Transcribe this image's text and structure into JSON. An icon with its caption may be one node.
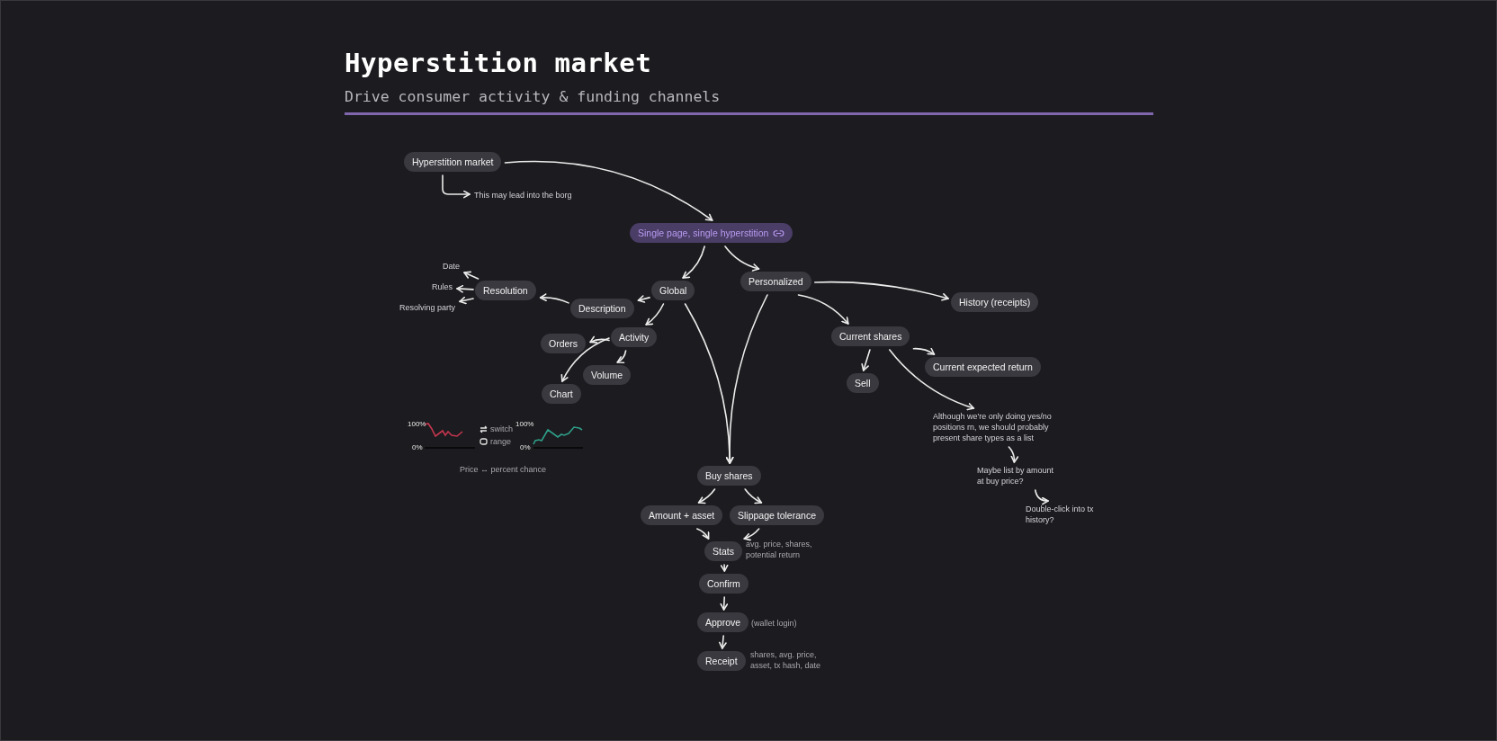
{
  "diagram": {
    "title": "Hyperstition market",
    "caption": "Drive consumer activity & funding channels",
    "nodes": [
      {
        "text": [
          "Hyperstition market"
        ]
      },
      {
        "text": [
          "This may lead into the borg"
        ]
      },
      {
        "text": [
          "Single page, single hyperstition"
        ]
      },
      {
        "text": [
          "Global"
        ]
      },
      {
        "text": [
          "Personalized"
        ]
      },
      {
        "text": [
          "Description"
        ]
      },
      {
        "text": [
          "Resolution"
        ]
      },
      {
        "text": [
          "Date"
        ]
      },
      {
        "text": [
          "Rules"
        ]
      },
      {
        "text": [
          "Resolving party"
        ]
      },
      {
        "text": [
          "Activity"
        ]
      },
      {
        "text": [
          "Orders"
        ]
      },
      {
        "text": [
          "Volume"
        ]
      },
      {
        "text": [
          "Chart"
        ]
      },
      {
        "text": [
          "History (receipts)"
        ]
      },
      {
        "text": [
          "Current shares"
        ]
      },
      {
        "text": [
          "Sell"
        ]
      },
      {
        "text": [
          "Current expected return"
        ]
      },
      {
        "text": [
          "Although we're only doing yes/no positions rn, we should probably present share types as a list"
        ]
      },
      {
        "text": [
          "Maybe list by amount at buy price?"
        ]
      },
      {
        "text": [
          "Double-click into tx history?"
        ]
      },
      {
        "text": [
          "Buy shares"
        ]
      },
      {
        "text": [
          "Amount + asset"
        ]
      },
      {
        "text": [
          "Slippage tolerance"
        ]
      },
      {
        "text": [
          "Stats"
        ],
        "beside": [
          "avg. price, shares, potential return"
        ]
      },
      {
        "text": [
          "Confirm"
        ]
      },
      {
        "text": [
          "Approve"
        ],
        "beside": [
          "(wallet login)"
        ]
      },
      {
        "text": [
          "Receipt"
        ],
        "beside": [
          "shares, avg. price, asset, tx hash, date"
        ]
      }
    ],
    "edges": [
      {
        "from": 0,
        "to": 2,
        "arrow": "to"
      },
      {
        "from": 0,
        "to": 1,
        "arrow": "to"
      },
      {
        "from": 2,
        "to": 3,
        "arrow": "to"
      },
      {
        "from": 2,
        "to": 4,
        "arrow": "to"
      },
      {
        "from": 3,
        "to": 5,
        "arrow": "to"
      },
      {
        "from": 3,
        "to": 10,
        "arrow": "to"
      },
      {
        "from": 5,
        "to": 6,
        "arrow": "to"
      },
      {
        "from": 6,
        "to": 7,
        "arrow": "to"
      },
      {
        "from": 6,
        "to": 8,
        "arrow": "to"
      },
      {
        "from": 6,
        "to": 9,
        "arrow": "to"
      },
      {
        "from": 10,
        "to": 11,
        "arrow": "to"
      },
      {
        "from": 10,
        "to": 12,
        "arrow": "to"
      },
      {
        "from": 10,
        "to": 13,
        "arrow": "to"
      },
      {
        "from": 3,
        "to": 21,
        "arrow": "to"
      },
      {
        "from": 4,
        "to": 21,
        "arrow": "to"
      },
      {
        "from": 4,
        "to": 14,
        "arrow": "to"
      },
      {
        "from": 4,
        "to": 15,
        "arrow": "to"
      },
      {
        "from": 15,
        "to": 16,
        "arrow": "to"
      },
      {
        "from": 15,
        "to": 17,
        "arrow": "to"
      },
      {
        "from": 15,
        "to": 18,
        "arrow": "to"
      },
      {
        "from": 18,
        "to": 19,
        "arrow": "to"
      },
      {
        "from": 19,
        "to": 20,
        "arrow": "to"
      },
      {
        "from": 21,
        "to": 22,
        "arrow": "to"
      },
      {
        "from": 21,
        "to": 23,
        "arrow": "to"
      },
      {
        "from": 22,
        "to": 24,
        "arrow": "to"
      },
      {
        "from": 23,
        "to": 24,
        "arrow": "to"
      },
      {
        "from": 24,
        "to": 25,
        "arrow": "to"
      },
      {
        "from": 25,
        "to": 26,
        "arrow": "to"
      },
      {
        "from": 26,
        "to": 27,
        "arrow": "to"
      }
    ],
    "labels": [
      "100%",
      "0%",
      "switch",
      "range",
      "100%",
      "0%",
      "Price ↔ percent chance"
    ]
  }
}
